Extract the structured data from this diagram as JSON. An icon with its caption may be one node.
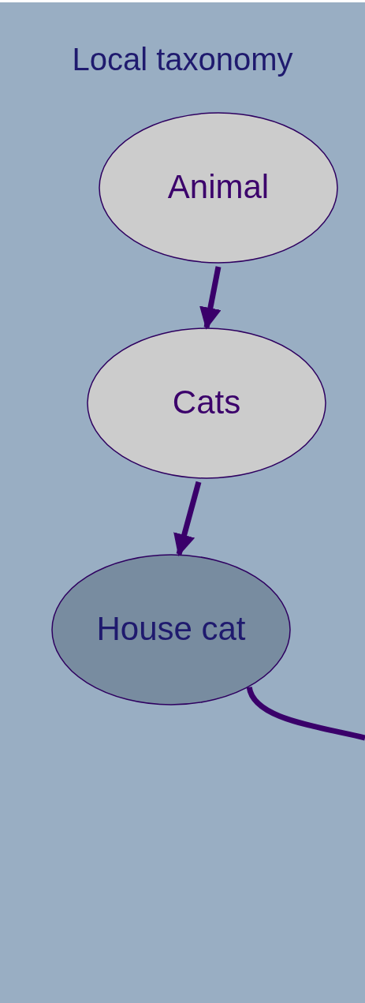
{
  "diagram": {
    "nodes": [
      {
        "text": [
          "Local taxonomy"
        ]
      },
      {
        "text": [
          "Animal"
        ],
        "in": 0
      },
      {
        "text": [
          "Cats"
        ],
        "in": 0
      },
      {
        "text": [
          "House cat"
        ],
        "in": 0
      }
    ],
    "edges": [
      {
        "from": 1,
        "to": 2,
        "arrow": "to"
      },
      {
        "from": 2,
        "to": 3,
        "arrow": "to"
      },
      {
        "from": 3,
        "to": null,
        "arrow": "none"
      }
    ]
  }
}
